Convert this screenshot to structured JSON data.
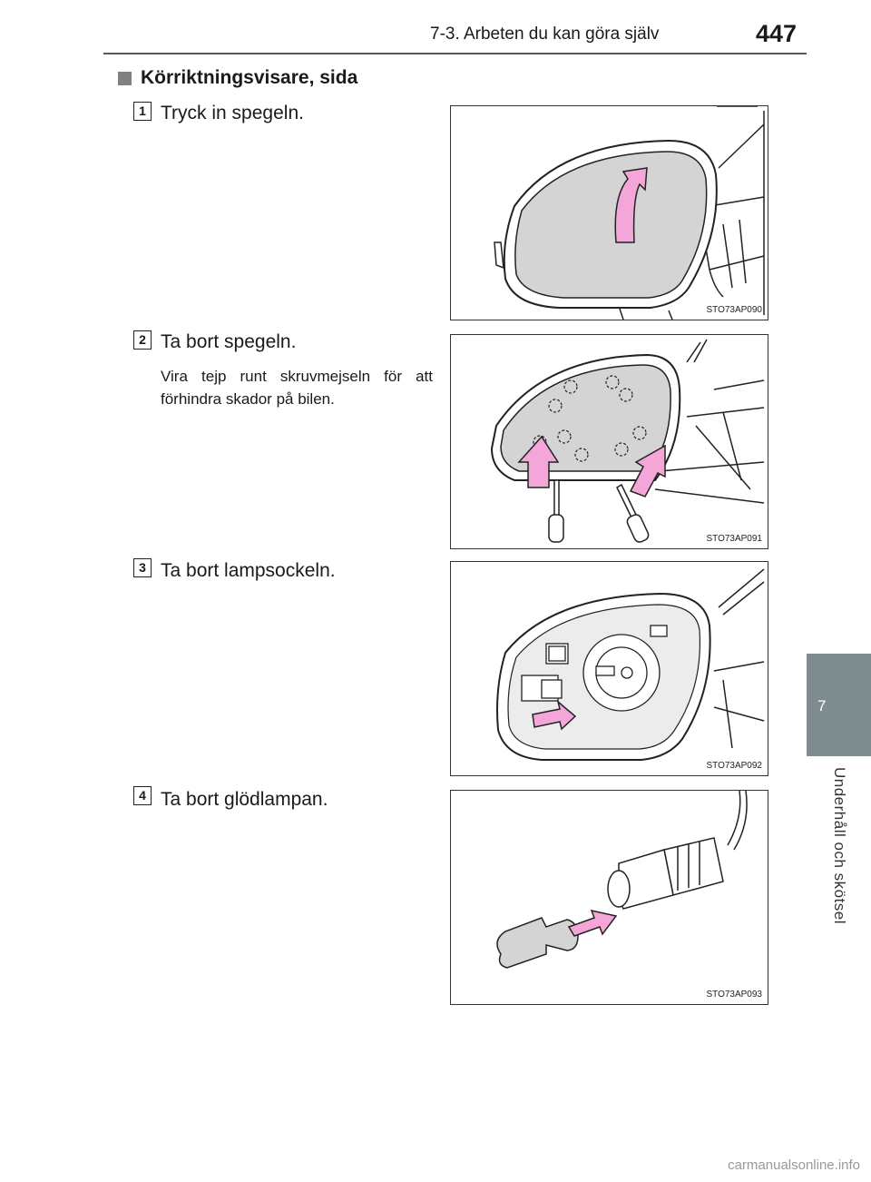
{
  "header": {
    "section": "7-3. Arbeten du kan göra själv",
    "page": "447"
  },
  "title": "Körriktningsvisare, sida",
  "steps": [
    {
      "num": "1",
      "text": "Tryck in spegeln.",
      "fig": "STO73AP090"
    },
    {
      "num": "2",
      "text": "Ta bort spegeln.",
      "note": "Vira tejp runt skruvmejseln för att förhindra skador på bilen.",
      "fig": "STO73AP091"
    },
    {
      "num": "3",
      "text": "Ta bort lampsockeln.",
      "fig": "STO73AP092"
    },
    {
      "num": "4",
      "text": "Ta bort glödlampan.",
      "fig": "STO73AP093"
    }
  ],
  "side": {
    "chapter": "7",
    "label": "Underhåll och skötsel"
  },
  "footer": "carmanualsonline.info",
  "colors": {
    "arrow": "#f4a6d8",
    "mirror": "#d4d4d4",
    "tab": "#7f8c8f"
  }
}
